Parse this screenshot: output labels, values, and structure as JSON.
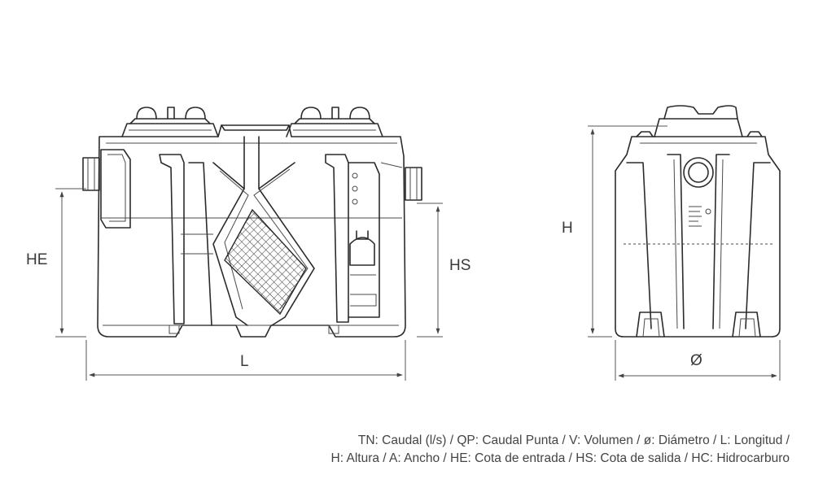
{
  "dimensions": {
    "HE": "HE",
    "HS": "HS",
    "L": "L",
    "H": "H",
    "diameter": "Ø"
  },
  "legend": {
    "line1": "TN: Caudal (l/s) / QP: Caudal Punta / V: Volumen / ø: Diámetro / L: Longitud /",
    "line2": "H: Altura / A: Ancho / HE: Cota de entrada / HS: Cota de salida / HC: Hidrocarburo"
  }
}
